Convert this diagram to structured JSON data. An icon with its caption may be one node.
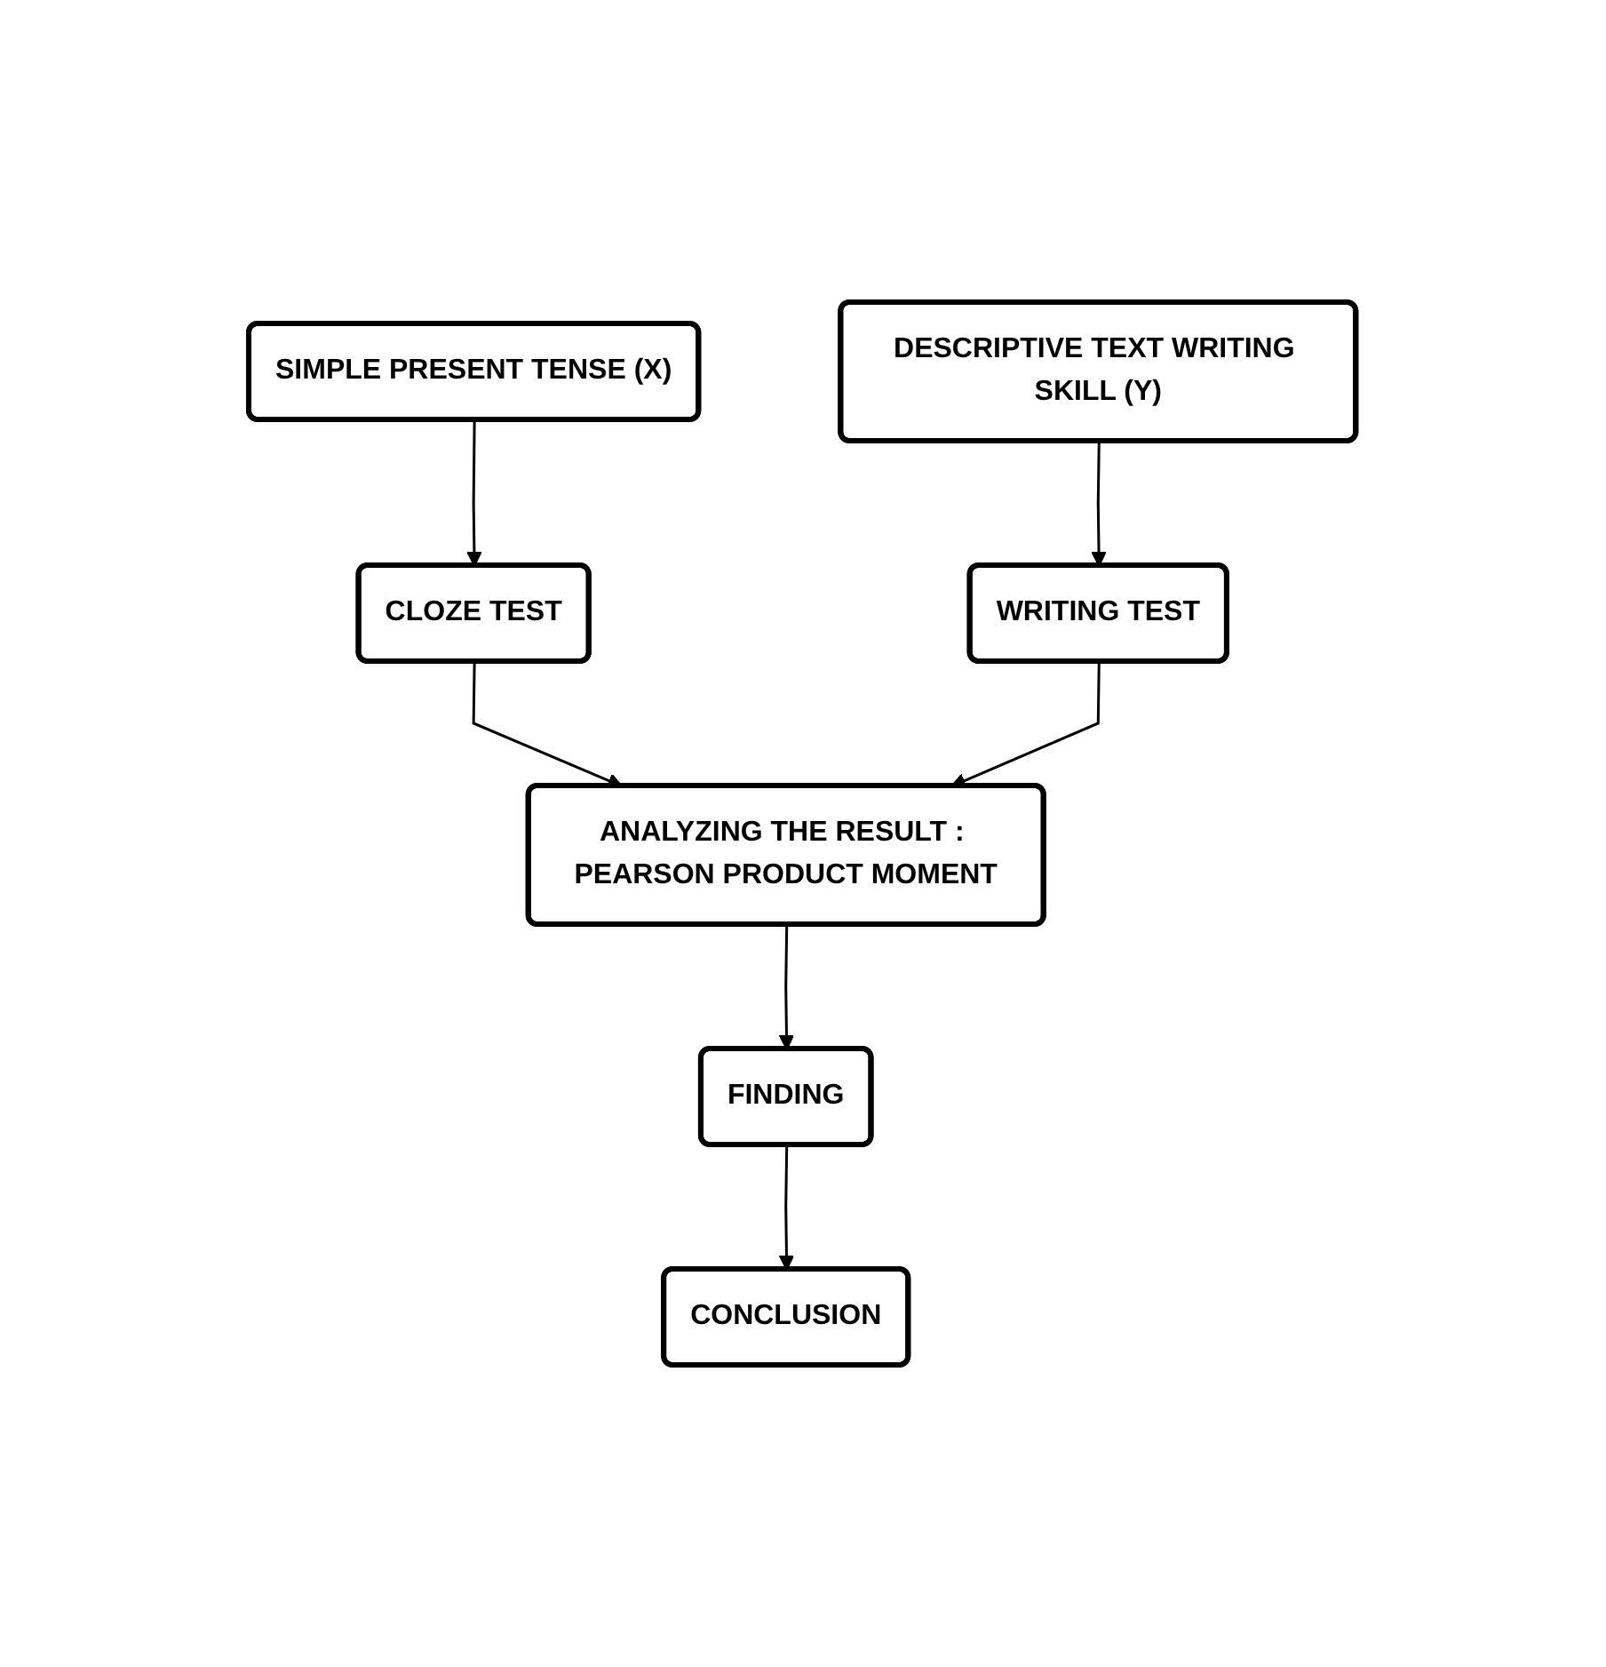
{
  "diagram": {
    "nodes": [
      {
        "text": [
          "SIMPLE PRESENT TENSE (X)"
        ]
      },
      {
        "text": [
          "DESCRIPTIVE TEXT WRITING SKILL (Y)"
        ]
      },
      {
        "text": [
          "CLOZE TEST"
        ]
      },
      {
        "text": [
          "WRITING TEST"
        ]
      },
      {
        "text": [
          "ANALYZING THE RESULT : PEARSON PRODUCT MOMENT"
        ]
      },
      {
        "text": [
          "FINDING"
        ]
      },
      {
        "text": [
          "CONCLUSION"
        ]
      }
    ],
    "edges": [
      {
        "from": 0,
        "to": 2,
        "arrow": "to"
      },
      {
        "from": 1,
        "to": 3,
        "arrow": "to"
      },
      {
        "from": 2,
        "to": 4,
        "arrow": "to"
      },
      {
        "from": 3,
        "to": 4,
        "arrow": "to"
      },
      {
        "from": 4,
        "to": 5,
        "arrow": "to"
      },
      {
        "from": 5,
        "to": 6,
        "arrow": "to"
      }
    ]
  }
}
